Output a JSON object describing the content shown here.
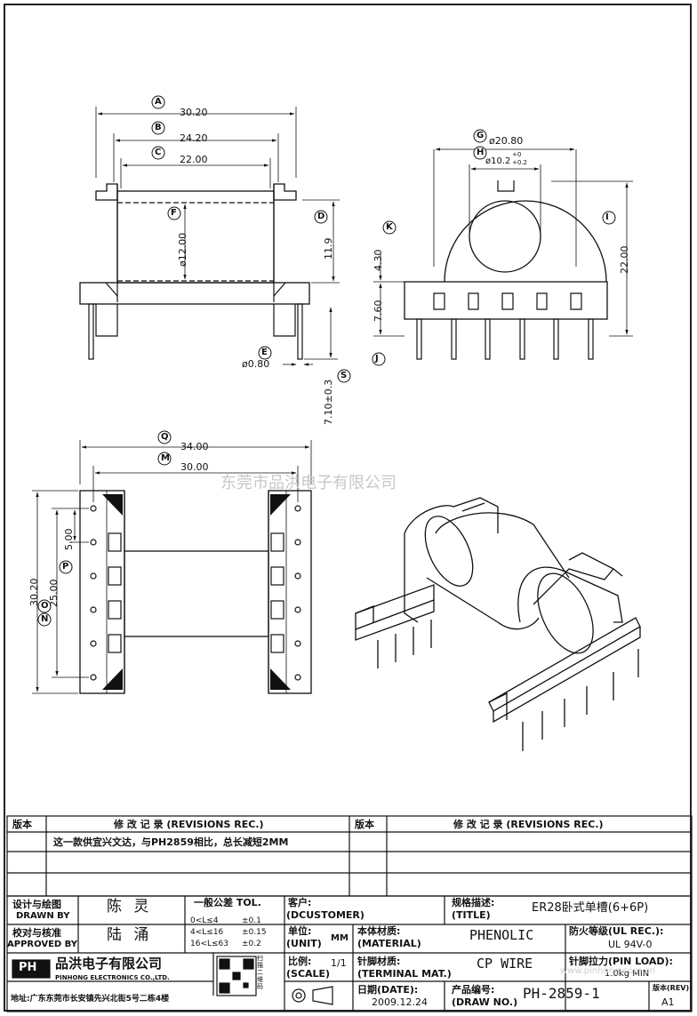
{
  "dimensions": {
    "A": {
      "letter": "A",
      "value": "30.20"
    },
    "B": {
      "letter": "B",
      "value": "24.20"
    },
    "C": {
      "letter": "C",
      "value": "22.00"
    },
    "D": {
      "letter": "D",
      "value": "11.9"
    },
    "E": {
      "letter": "E",
      "value": "ø0.80"
    },
    "F": {
      "letter": "F",
      "value": "ø12.00"
    },
    "G": {
      "letter": "G",
      "value": "ø20.80"
    },
    "H": {
      "letter": "H",
      "value": "ø10.2",
      "tol_upper": "+0",
      "tol_lower": "+0.2"
    },
    "I": {
      "letter": "I",
      "value": "22.00"
    },
    "J": {
      "letter": "J",
      "value": "7.60"
    },
    "K": {
      "letter": "K",
      "value": "4.30"
    },
    "S": {
      "letter": "S",
      "value": "7.10±0.3"
    },
    "Q": {
      "letter": "Q",
      "value": "34.00"
    },
    "M": {
      "letter": "M",
      "value": "30.00"
    },
    "N": {
      "letter": "N",
      "value": "30.20"
    },
    "O": {
      "letter": "O",
      "value": "25.00"
    },
    "P": {
      "letter": "P",
      "value": "5.00"
    }
  },
  "watermark": "东莞市品洪电子有限公司",
  "watermark2": "www.pinhong.com.cn",
  "revisions": {
    "col_ver": "版本",
    "col_rec": "修 改 记 录 (REVISIONS REC.)",
    "col_ver2": "版本",
    "col_rec2": "修 改 记 录 (REVISIONS REC.)",
    "row1": "这一款供宜兴文达，与PH2859相比，总长减短2MM"
  },
  "titleblock": {
    "drawn_cn": "设计与绘图",
    "drawn_en": "DRAWN BY",
    "drawn_name": "陈 灵",
    "appr_cn": "校对与核准",
    "appr_en": "APPROVED BY",
    "appr_name": "陆 涌",
    "tol_title": "一般公差 TOL.",
    "tol_rows": [
      {
        "range": "0<L≤4",
        "tol": "±0.1"
      },
      {
        "range": "4<L≤16",
        "tol": "±0.15"
      },
      {
        "range": "16<L≤63",
        "tol": "±0.2"
      }
    ],
    "customer_cn": "客户:",
    "customer_en": "(DCUSTOMER)",
    "spec_cn": "规格描述:",
    "spec_en": "(TITLE)",
    "spec_value": "ER28卧式单槽(6+6P)",
    "unit_cn": "单位:",
    "unit_en": "(UNIT)",
    "unit_value": "MM",
    "material_cn": "本体材质:",
    "material_en": "(MATERIAL)",
    "material_value": "PHENOLIC",
    "ul_cn": "防火等级(UL REC.):",
    "ul_value": "UL 94V-0",
    "scale_cn": "比例:",
    "scale_en": "(SCALE)",
    "scale_value": "1/1",
    "terminal_cn": "针脚材质:",
    "terminal_en": "(TERMINAL MAT.)",
    "terminal_value": "CP WIRE",
    "pinload_cn": "针脚拉力(PIN LOAD):",
    "pinload_value": "1.0kg MIN",
    "date_cn": "日期(DATE):",
    "date_value": "2009.12.24",
    "drawno_cn": "产品编号:",
    "drawno_en": "(DRAW NO.)",
    "drawno_value": "PH-2859-1",
    "rev_cn": "版本(REV):",
    "rev_value": "A1",
    "company_cn": "品洪电子有限公司",
    "company_en": "PINHONG ELECTRONICS CO.,LTD.",
    "logo": "PH",
    "address": "地址:广东东莞市长安镇先兴北街5号二栋4楼",
    "qr_caption": "扫描二维码"
  }
}
